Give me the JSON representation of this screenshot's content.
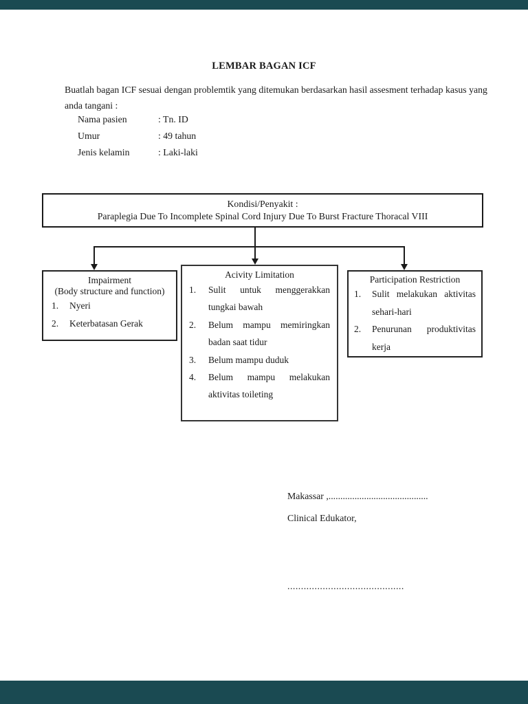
{
  "title": "LEMBAR BAGAN ICF",
  "instruction": "Buatlah bagan ICF sesuai dengan problemtik yang ditemukan berdasarkan hasil assesment terhadap kasus yang anda tangani :",
  "patient": {
    "fields": [
      {
        "label": "Nama pasien",
        "value": ": Tn. ID"
      },
      {
        "label": "Umur",
        "value": ": 49 tahun"
      },
      {
        "label": "Jenis kelamin",
        "value": ": Laki-laki"
      }
    ]
  },
  "diagram": {
    "condition": {
      "line1": "Kondisi/Penyakit :",
      "line2": "Paraplegia Due To Incomplete Spinal Cord Injury Due To Burst Fracture Thoracal VIII"
    },
    "impairment": {
      "title": "Impairment",
      "subtitle": "(Body structure and function)",
      "items": [
        {
          "num": "1.",
          "text": "Nyeri"
        },
        {
          "num": "2.",
          "text": "Keterbatasan Gerak"
        }
      ]
    },
    "activity": {
      "title": "Acivity Limitation",
      "items": [
        {
          "num": "1.",
          "text": "Sulit untuk menggerakkan tungkai bawah"
        },
        {
          "num": "2.",
          "text": "Belum mampu memiringkan badan saat tidur"
        },
        {
          "num": "3.",
          "text": "Belum mampu duduk"
        },
        {
          "num": "4.",
          "text": "Belum mampu melakukan aktivitas toileting"
        }
      ]
    },
    "participation": {
      "title": "Participation Restriction",
      "items": [
        {
          "num": "1.",
          "text": "Sulit melakukan aktivitas sehari-hari"
        },
        {
          "num": "2.",
          "text": "Penurunan produktivitas kerja"
        }
      ]
    }
  },
  "signature": {
    "city_line": "Makassar ,..........................................",
    "role_line": "Clinical Edukator,",
    "sign_line": "..........................................."
  },
  "colors": {
    "viewer_bar": "#1a4a52",
    "text": "#1a1a1a",
    "page_background": "#ffffff"
  }
}
